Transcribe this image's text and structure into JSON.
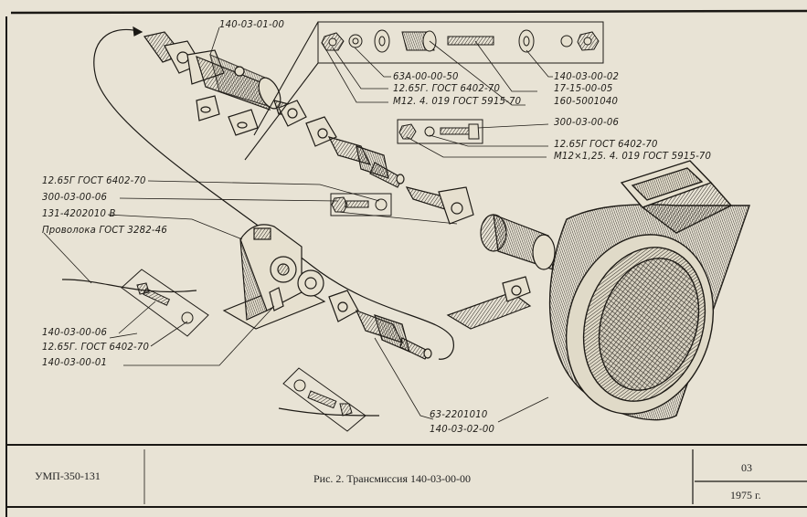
{
  "figure": {
    "caption": "Рис. 2. Трансмиссия 140-03-00-00",
    "document_code": "УМП-350-131",
    "sheet": "03",
    "year": "1975 г."
  },
  "callouts": {
    "top_assembly": "140-03-01-00",
    "kit1": [
      "63А-00-00-50",
      "12.65Г. ГОСТ 6402-70",
      "М12. 4. 019 ГОСТ 5915-70",
      "140-03-00-02",
      "17-15-00-05",
      "160-5001040"
    ],
    "kit2": [
      "300-03-00-06",
      "12.65Г ГОСТ 6402-70",
      "М12×1,25. 4. 019 ГОСТ 5915-70"
    ],
    "left_group": [
      "12.65Г ГОСТ 6402-70",
      "300-03-00-06",
      "131-4202010 В",
      "Проволока ГОСТ 3282-46"
    ],
    "bottom_left": [
      "140-03-00-06",
      "12.65Г. ГОСТ 6402-70",
      "140-03-00-01"
    ],
    "bottom_center": [
      "63-2201010",
      "140-03-02-00"
    ]
  },
  "parts_depicted": [
    "driveshaft-assembly",
    "bearing-housing",
    "cardan-joint",
    "splined-shaft",
    "gearbox-reducer",
    "coupling-flange",
    "centrifugal-fan",
    "nut",
    "washer",
    "bolt",
    "wire"
  ]
}
